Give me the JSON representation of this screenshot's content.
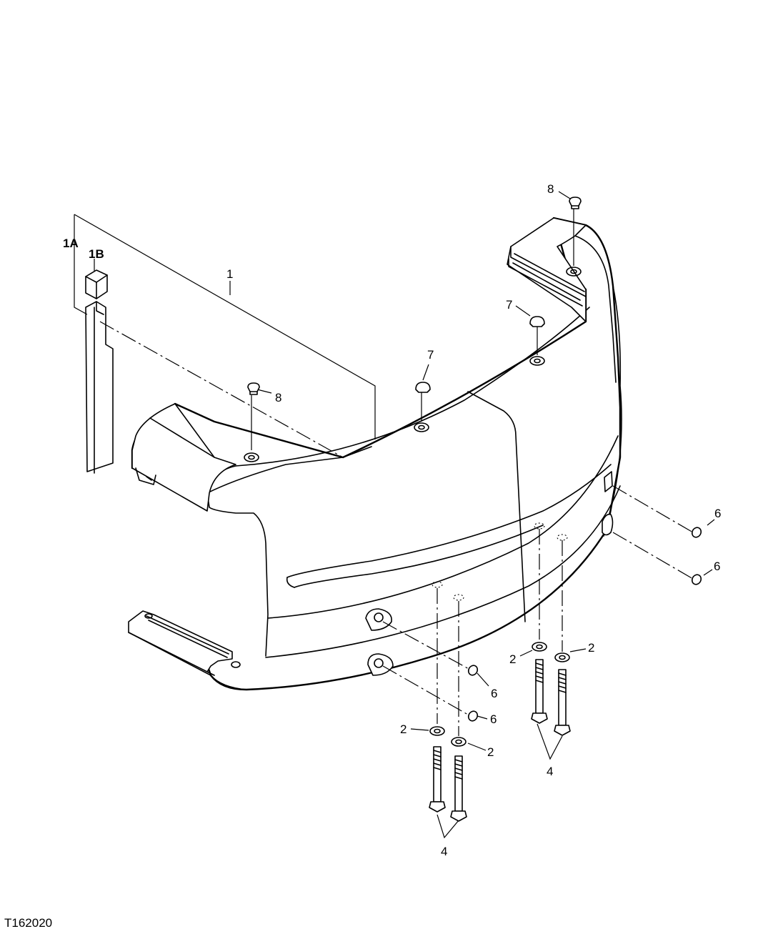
{
  "figure_id": "T162020",
  "callouts": {
    "assembly": "1",
    "sub_a": "1A",
    "sub_b": "1B",
    "washer": "2",
    "bolt": "4",
    "plug": "6",
    "cap": "7",
    "small_plug": "8"
  }
}
